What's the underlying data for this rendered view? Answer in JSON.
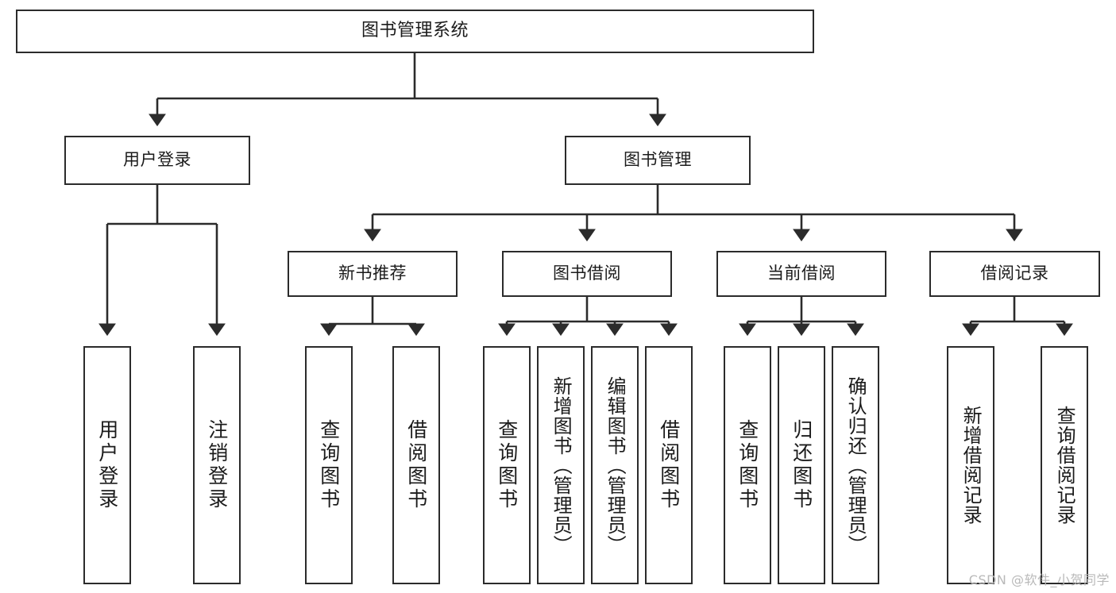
{
  "diagram": {
    "type": "tree-hierarchy",
    "orientation": "top-down",
    "root": {
      "id": "root",
      "label": "图书管理系统"
    },
    "level2": [
      {
        "id": "user-login",
        "label": "用户登录"
      },
      {
        "id": "book-management",
        "label": "图书管理"
      }
    ],
    "level3": [
      {
        "id": "new-book-recommend",
        "label": "新书推荐",
        "parent": "book-management"
      },
      {
        "id": "book-borrow",
        "label": "图书借阅",
        "parent": "book-management"
      },
      {
        "id": "current-borrow",
        "label": "当前借阅",
        "parent": "book-management"
      },
      {
        "id": "borrow-record",
        "label": "借阅记录",
        "parent": "book-management"
      }
    ],
    "leaves": [
      {
        "id": "leaf-user-login",
        "label": "用户登录",
        "parent": "user-login"
      },
      {
        "id": "leaf-logout-login",
        "label": "注销登录",
        "parent": "user-login"
      },
      {
        "id": "leaf-query-book-1",
        "label": "查询图书",
        "parent": "new-book-recommend"
      },
      {
        "id": "leaf-borrow-book-1",
        "label": "借阅图书",
        "parent": "new-book-recommend"
      },
      {
        "id": "leaf-query-book-2",
        "label": "查询图书",
        "parent": "book-borrow"
      },
      {
        "id": "leaf-add-book",
        "label": "新增图书（管理员）",
        "parent": "book-borrow"
      },
      {
        "id": "leaf-edit-book",
        "label": "编辑图书（管理员）",
        "parent": "book-borrow"
      },
      {
        "id": "leaf-borrow-book-2",
        "label": "借阅图书",
        "parent": "book-borrow"
      },
      {
        "id": "leaf-query-book-3",
        "label": "查询图书",
        "parent": "current-borrow"
      },
      {
        "id": "leaf-return-book",
        "label": "归还图书",
        "parent": "current-borrow"
      },
      {
        "id": "leaf-confirm-return",
        "label": "确认归还（管理员）",
        "parent": "current-borrow"
      },
      {
        "id": "leaf-add-record",
        "label": "新增借阅记录",
        "parent": "borrow-record"
      },
      {
        "id": "leaf-query-record",
        "label": "查询借阅记录",
        "parent": "borrow-record"
      }
    ]
  },
  "watermark": {
    "text": "CSDN @软件_小贺同学"
  },
  "colors": {
    "stroke": "#2b2b2b",
    "fill": "#ffffff",
    "text": "#1b1b1b",
    "watermark": "#b9b9b9"
  }
}
